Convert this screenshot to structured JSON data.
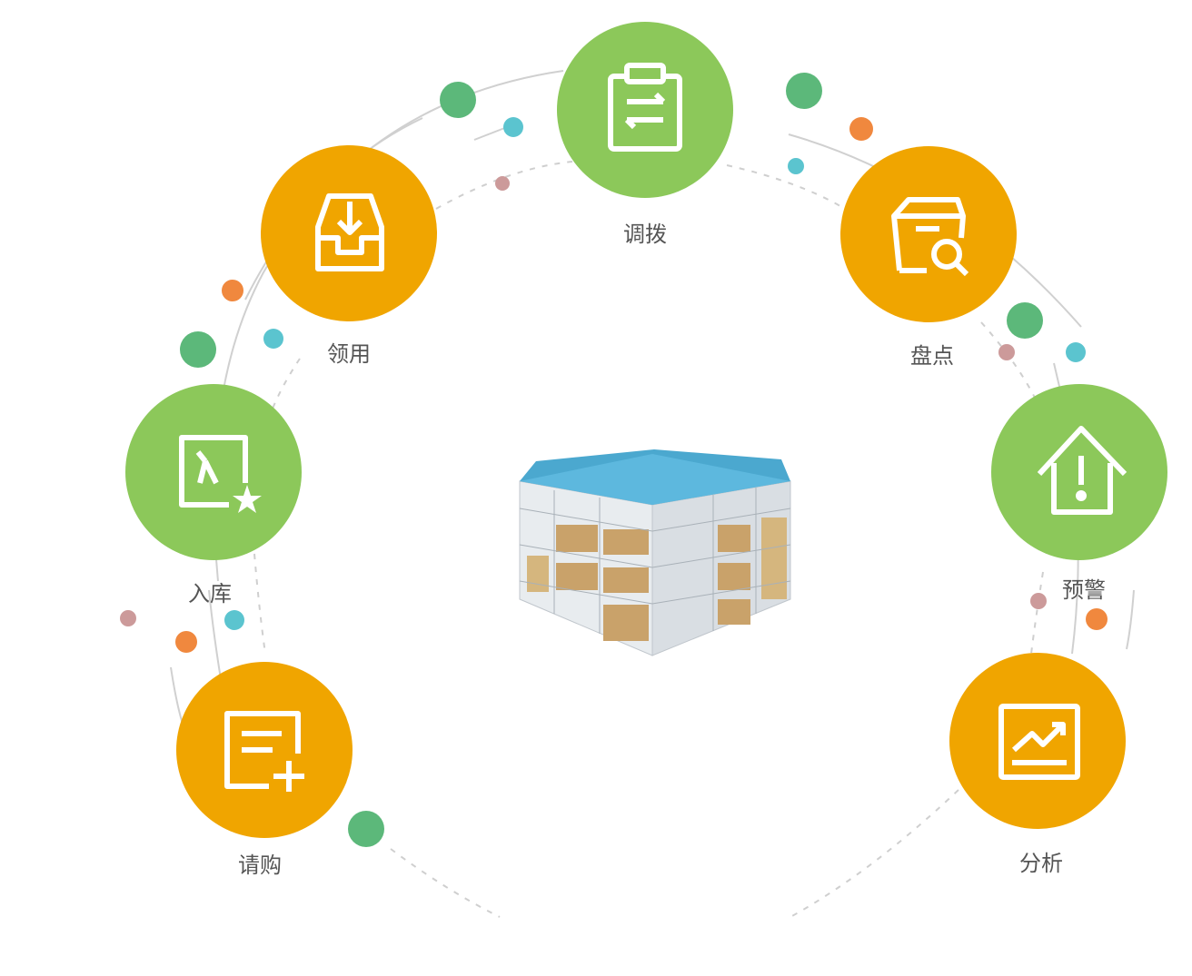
{
  "colors": {
    "orange": "#F0A500",
    "green": "#8CC85A",
    "dot_green": "#5CB87A",
    "dot_teal": "#5BC4CF",
    "dot_orange": "#F0883E",
    "dot_pink": "#CC9A9A",
    "arc": "#D0D0D0",
    "roof": "#4BA8CF"
  },
  "center": {
    "name": "warehouse-icon"
  },
  "nodes": [
    {
      "id": "diaobo",
      "label": "调拨",
      "color": "green",
      "icon": "clipboard-transfer-icon"
    },
    {
      "id": "lingyong",
      "label": "领用",
      "color": "orange",
      "icon": "inbox-download-icon"
    },
    {
      "id": "pandian",
      "label": "盘点",
      "color": "orange",
      "icon": "box-search-icon"
    },
    {
      "id": "ruku",
      "label": "入库",
      "color": "green",
      "icon": "stock-in-star-icon"
    },
    {
      "id": "yujing",
      "label": "预警",
      "color": "green",
      "icon": "house-alert-icon"
    },
    {
      "id": "qinggou",
      "label": "请购",
      "color": "orange",
      "icon": "list-add-icon"
    },
    {
      "id": "fenxi",
      "label": "分析",
      "color": "orange",
      "icon": "trend-chart-icon"
    }
  ]
}
